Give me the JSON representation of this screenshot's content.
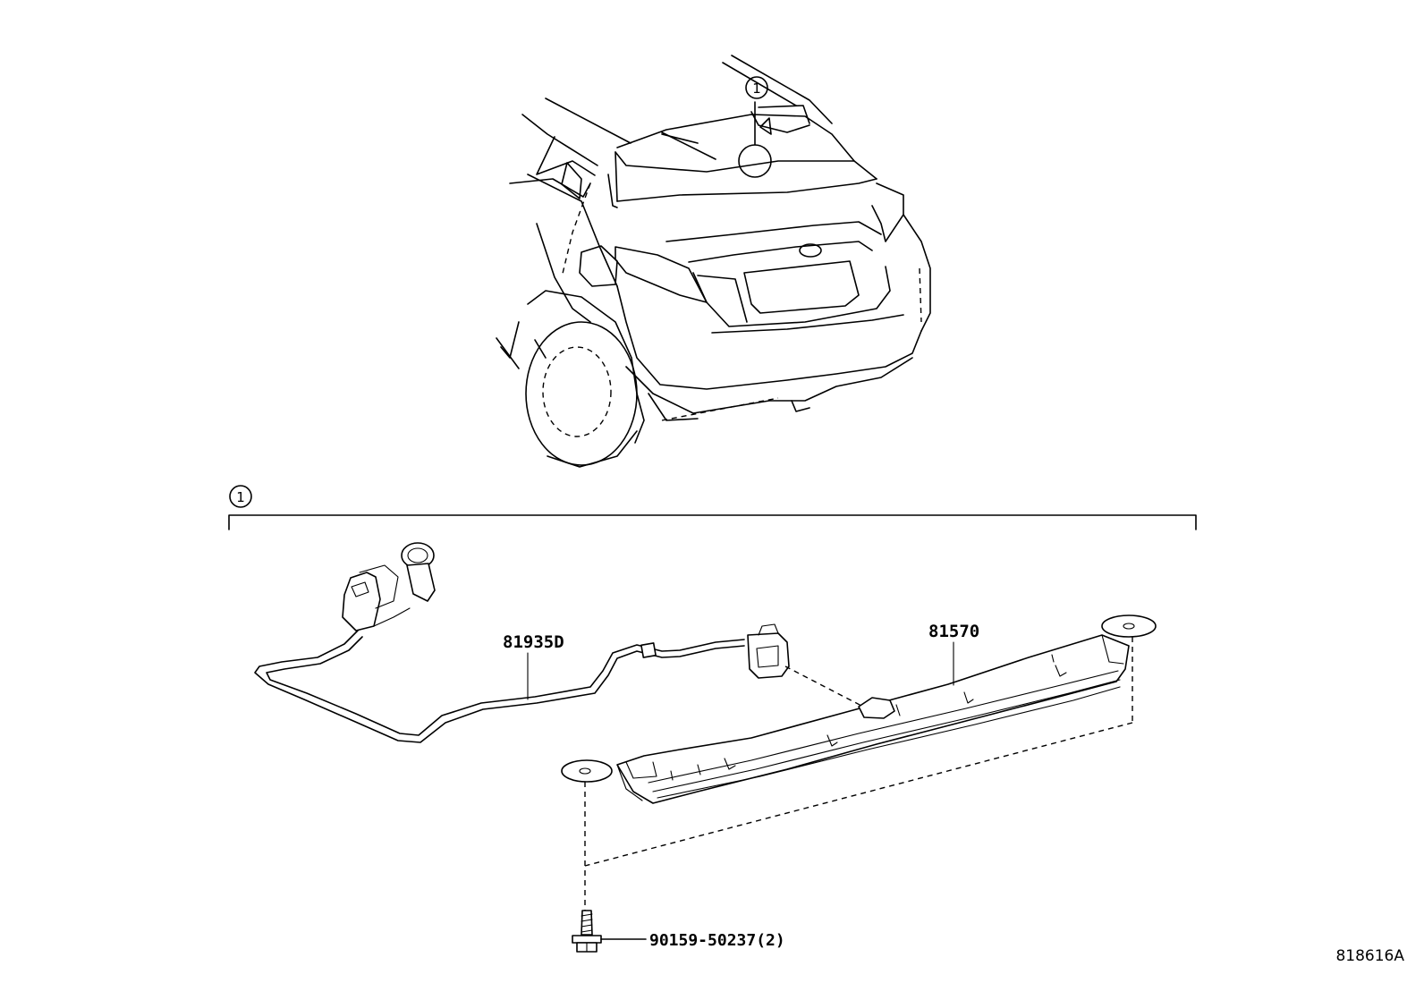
{
  "callout_top": {
    "number": "1"
  },
  "section": {
    "number": "1"
  },
  "parts": {
    "wire": {
      "part_no": "81935D"
    },
    "stop_lamp": {
      "part_no": "81570"
    },
    "screw": {
      "part_no": "90159-50237(2)"
    }
  },
  "diagram_id": "818616A"
}
